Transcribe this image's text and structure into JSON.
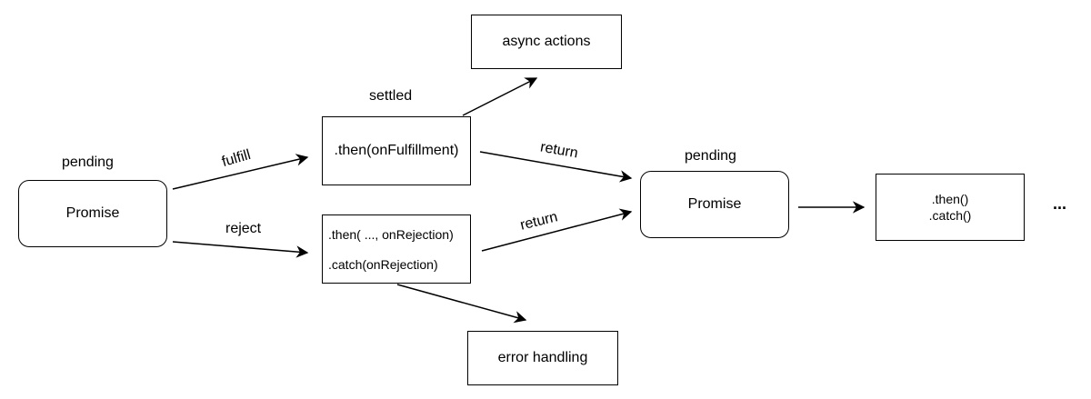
{
  "states": {
    "pending_left": "pending",
    "settled": "settled",
    "pending_right": "pending"
  },
  "nodes": {
    "promise_left": "Promise",
    "then_fulfillment": ".then(onFulfillment)",
    "then_rejection": ".then( ..., onRejection)",
    "catch_rejection": ".catch(onRejection)",
    "async_actions": "async actions",
    "error_handling": "error handling",
    "promise_right": "Promise",
    "then_chain": ".then()",
    "catch_chain": ".catch()",
    "ellipsis": "..."
  },
  "edges": {
    "fulfill": "fulfill",
    "reject": "reject",
    "return_top": "return",
    "return_bottom": "return"
  },
  "colors": {
    "stroke": "#000000",
    "background": "#ffffff"
  }
}
